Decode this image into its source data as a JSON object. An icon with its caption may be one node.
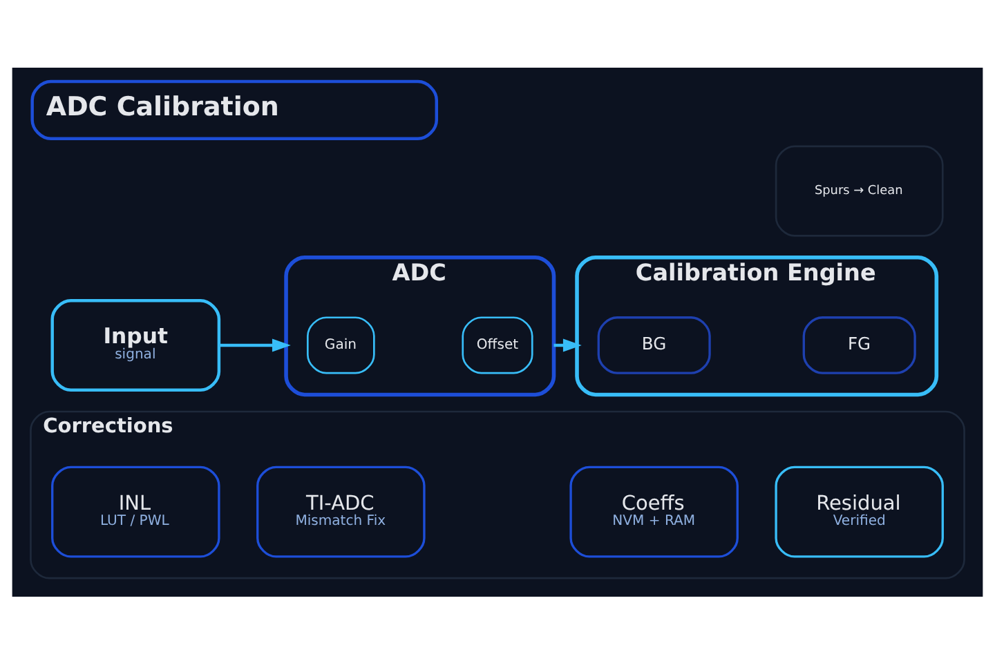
{
  "diagram": {
    "title": "ADC Calibration",
    "nodes": [
      {
        "text": [
          "Spurs → Clean"
        ]
      },
      {
        "text": [
          "Input",
          "signal"
        ]
      },
      {
        "text": [
          "ADC"
        ]
      },
      {
        "text": [
          "Gain"
        ],
        "in": 2
      },
      {
        "text": [
          "Offset"
        ],
        "in": 2
      },
      {
        "text": [
          "Calibration Engine"
        ]
      },
      {
        "text": [
          "BG"
        ],
        "in": 5
      },
      {
        "text": [
          "FG"
        ],
        "in": 5
      },
      {
        "text": [
          "Corrections"
        ]
      },
      {
        "text": [
          "INL",
          "LUT / PWL"
        ],
        "in": 8
      },
      {
        "text": [
          "TI-ADC",
          "Mismatch Fix"
        ],
        "in": 8
      },
      {
        "text": [
          "Coeffs",
          "NVM + RAM"
        ],
        "in": 8
      },
      {
        "text": [
          "Residual",
          "Verified"
        ],
        "in": 8
      }
    ],
    "edges": [
      {
        "from": 1,
        "to": 2,
        "arrow": "to"
      },
      {
        "from": 2,
        "to": 5,
        "arrow": "to"
      }
    ]
  }
}
